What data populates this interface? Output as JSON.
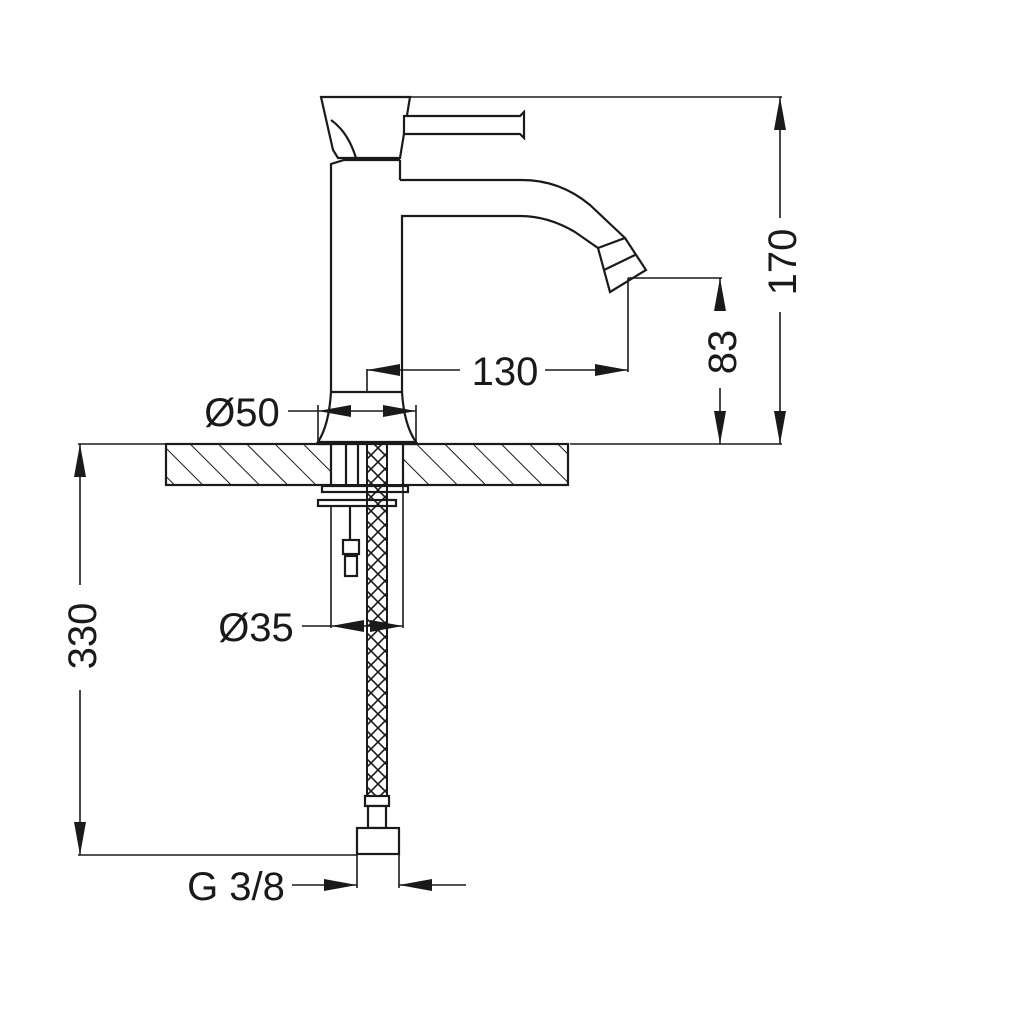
{
  "dimensions": {
    "total_height": "170",
    "spout_height": "83",
    "spout_reach": "130",
    "base_diameter": "Ø50",
    "shank_diameter": "Ø35",
    "hose_length": "330",
    "connection": "G 3/8"
  }
}
